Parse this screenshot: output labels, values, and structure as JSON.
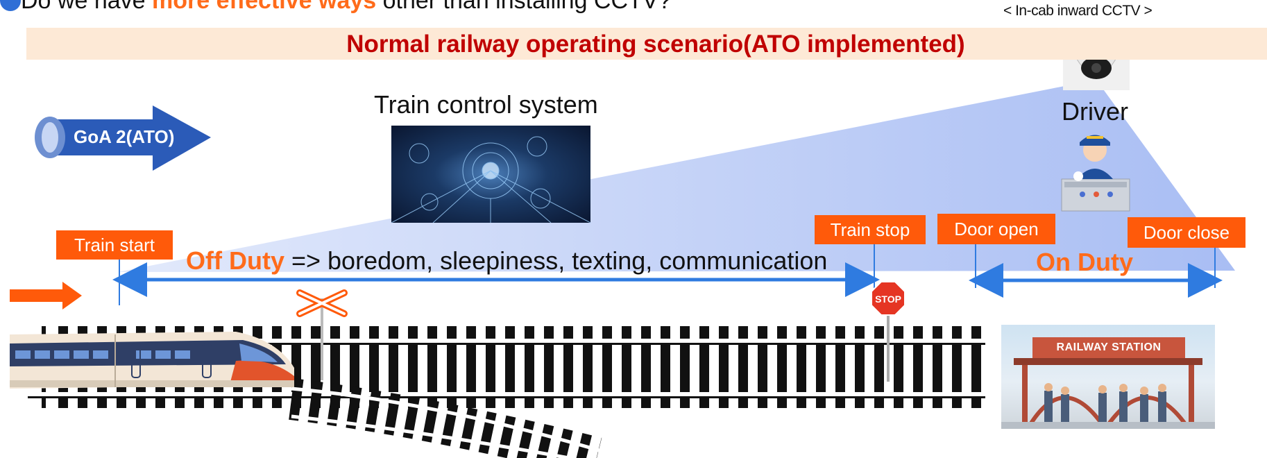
{
  "heading": {
    "prefix": "Do we have ",
    "highlight": "more effective ways",
    "suffix": " other than installing CCTV?"
  },
  "cctv_caption": "< In-cab inward CCTV >",
  "banner_title": "Normal railway operating scenario(ATO implemented)",
  "goa_label": "GoA 2(ATO)",
  "control_system_label": "Train control system",
  "driver_label": "Driver",
  "labels": {
    "train_start": "Train start",
    "train_stop": "Train stop",
    "door_open": "Door open",
    "door_close": "Door close"
  },
  "off_duty": {
    "label": "Off Duty",
    "rest": " => boredom, sleepiness, texting, communication"
  },
  "on_duty": "On Duty",
  "stop_sign": "STOP",
  "station_sign": "RAILWAY STATION",
  "colors": {
    "accent_orange": "#ff5a0a",
    "arrow_blue": "#2f7be0",
    "title_red": "#c00000",
    "banner_bg": "#fde9d6",
    "coverage_blue": "#a8bff5"
  }
}
